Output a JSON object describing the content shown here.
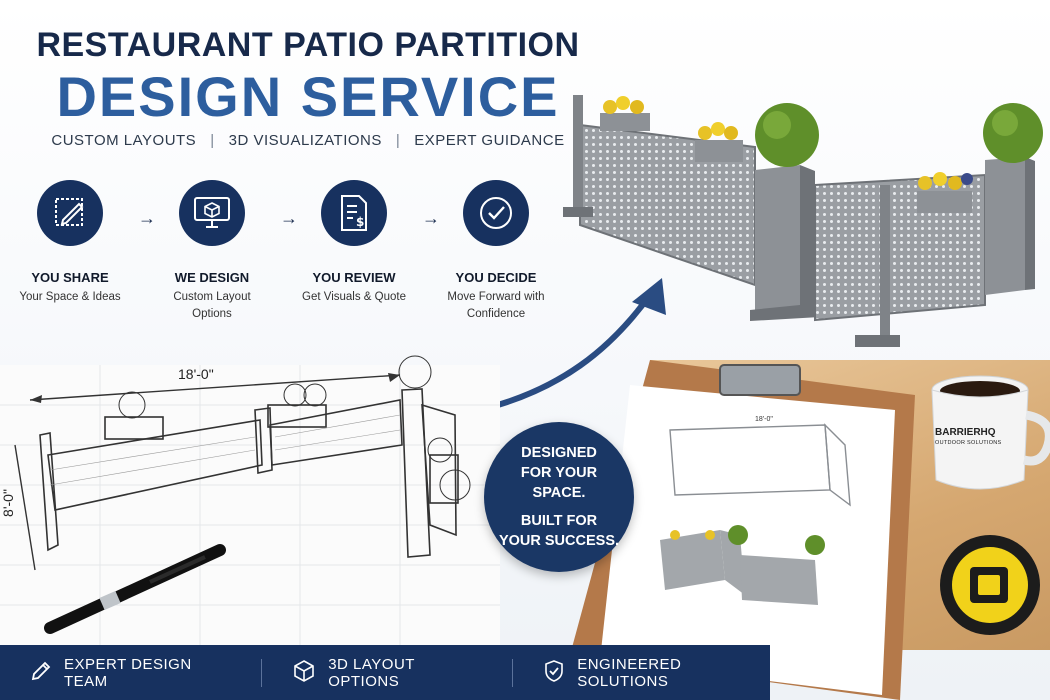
{
  "header": {
    "title_line1": "RESTAURANT PATIO PARTITION",
    "title_line2": "DESIGN SERVICE",
    "features": [
      "CUSTOM LAYOUTS",
      "3D VISUALIZATIONS",
      "EXPERT GUIDANCE"
    ],
    "separator": "|"
  },
  "steps": [
    {
      "title": "YOU SHARE",
      "desc": "Your Space & Ideas",
      "icon": "pencil-sketch-icon"
    },
    {
      "title": "WE DESIGN",
      "desc": "Custom Layout Options",
      "icon": "monitor-cube-icon"
    },
    {
      "title": "YOU REVIEW",
      "desc": "Get Visuals & Quote",
      "icon": "quote-document-icon"
    },
    {
      "title": "YOU DECIDE",
      "desc": "Move Forward with Confidence",
      "icon": "checkmark-circle-icon"
    }
  ],
  "step_arrow": "→",
  "sketch": {
    "width_label": "18'-0\"",
    "depth_label": "8'-0\""
  },
  "badge": {
    "line1": "DESIGNED",
    "line2": "FOR YOUR",
    "line3": "SPACE.",
    "line4": "BUILT FOR",
    "line5": "YOUR SUCCESS."
  },
  "clipboard": {
    "dimension_label": "18'-0\""
  },
  "mug": {
    "brand": "BARRIERHQ",
    "tagline": "OUTDOOR SOLUTIONS"
  },
  "footer": {
    "items": [
      {
        "label": "EXPERT DESIGN TEAM",
        "icon": "pencil-icon"
      },
      {
        "label": "3D LAYOUT OPTIONS",
        "icon": "cube-icon"
      },
      {
        "label": "ENGINEERED SOLUTIONS",
        "icon": "shield-check-icon"
      }
    ]
  },
  "colors": {
    "navy": "#17315f",
    "accent_blue": "#2d5e9e",
    "panel_gray": "#8d9196",
    "desk_wood": "#d5a770"
  }
}
